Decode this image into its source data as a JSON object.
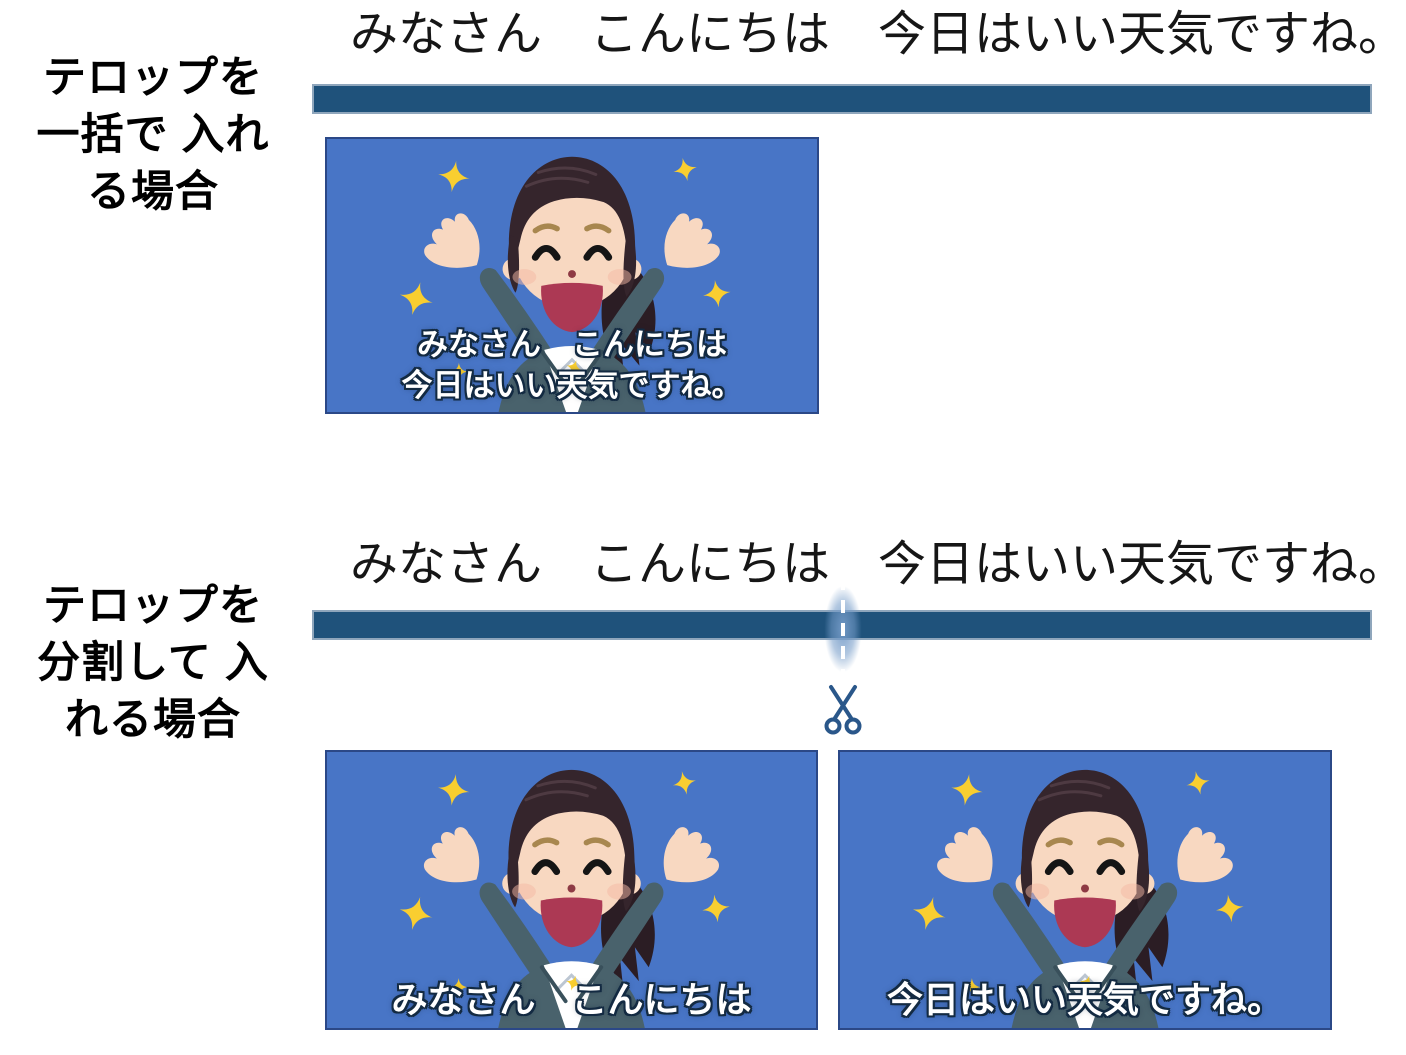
{
  "colors": {
    "timeline_bar": "#1F527B",
    "timeline_bar_border": "#8FA6BC",
    "frame_background": "#4875C6",
    "frame_border": "#2B4887",
    "sparkle_yellow": "#F9CE30",
    "scissors_blue": "#2A578A",
    "subtitle_text": "#FFFFFF",
    "subtitle_outline": "#132A42",
    "label_text": "#000000"
  },
  "sections": [
    {
      "label_lines": [
        "テロップを",
        "一括で",
        "入れる場合"
      ],
      "caption": "みなさん　こんにちは　今日はいい天気ですね。",
      "frames": [
        {
          "subtitle_lines": [
            "みなさん　こんにちは",
            "今日はいい天気ですね。"
          ]
        }
      ]
    },
    {
      "label_lines": [
        "テロップを",
        "分割して",
        "入れる場合"
      ],
      "caption": "みなさん　こんにちは　今日はいい天気ですね。",
      "cut_tool": "scissors",
      "frames": [
        {
          "subtitle_lines": [
            "みなさん　こんにちは"
          ]
        },
        {
          "subtitle_lines": [
            "今日はいい天気ですね。"
          ]
        }
      ]
    }
  ]
}
